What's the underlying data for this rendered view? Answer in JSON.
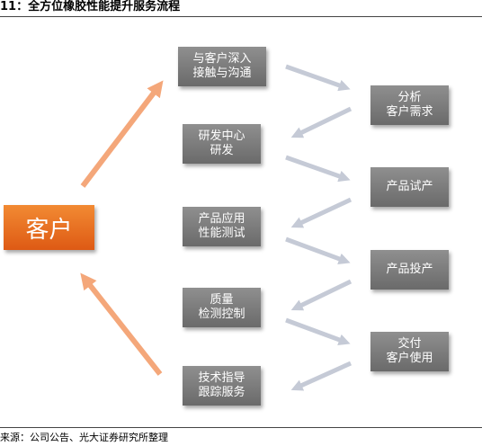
{
  "title": "11：全方位橡胶性能提升服务流程",
  "source": "来源：公司公告、光大证券研究所整理",
  "customer": "客户",
  "steps": [
    "与客户深入\n接触与沟通",
    "研发中心\n研发",
    "产品应用\n性能测试",
    "质量\n检测控制",
    "技术指导\n跟踪服务"
  ],
  "stages": [
    "分析\n客户需求",
    "产品试产",
    "产品投产",
    "交付\n客户使用"
  ],
  "colors": {
    "customer": "#e8701f",
    "box": "#7b7b7b",
    "orange_arrow": "#f4a77a",
    "gray_arrow": "#c5cad6"
  }
}
